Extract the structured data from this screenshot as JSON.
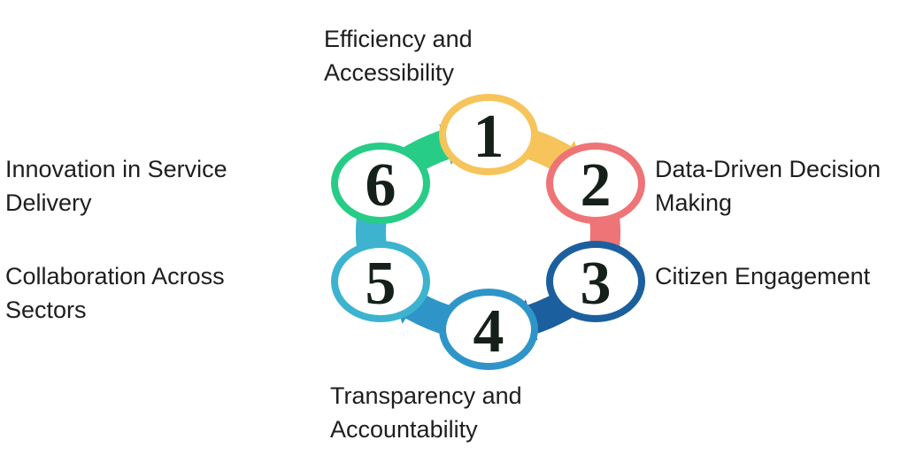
{
  "steps": [
    {
      "number": "1",
      "lines": [
        "Efficiency and",
        "Accessibility"
      ],
      "color": "#f6c45a"
    },
    {
      "number": "2",
      "lines": [
        "Data-Driven Decision",
        "Making"
      ],
      "color": "#ee7478"
    },
    {
      "number": "3",
      "lines": [
        "Citizen Engagement"
      ],
      "color": "#1c5f9e"
    },
    {
      "number": "4",
      "lines": [
        "Transparency and",
        "Accountability"
      ],
      "color": "#2f95c9"
    },
    {
      "number": "5",
      "lines": [
        "Collaboration Across",
        "Sectors"
      ],
      "color": "#3db3cf"
    },
    {
      "number": "6",
      "lines": [
        "Innovation in Service",
        "Delivery"
      ],
      "color": "#27cc86"
    }
  ]
}
